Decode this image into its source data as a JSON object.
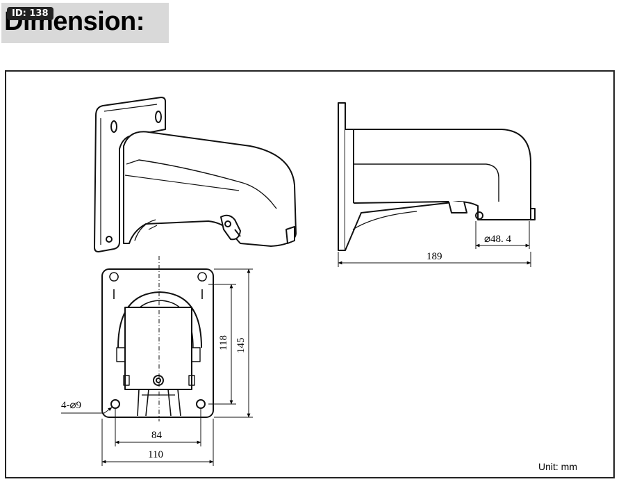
{
  "header": {
    "title": "Dimension:",
    "id_badge": "ID: 138"
  },
  "unit_label": "Unit: mm",
  "dimensions": {
    "outlet_diameter": "⌀48. 4",
    "length": "189",
    "inner_height": "118",
    "outer_height": "145",
    "holes": "4-⌀9",
    "inner_width": "84",
    "outer_width": "110"
  }
}
